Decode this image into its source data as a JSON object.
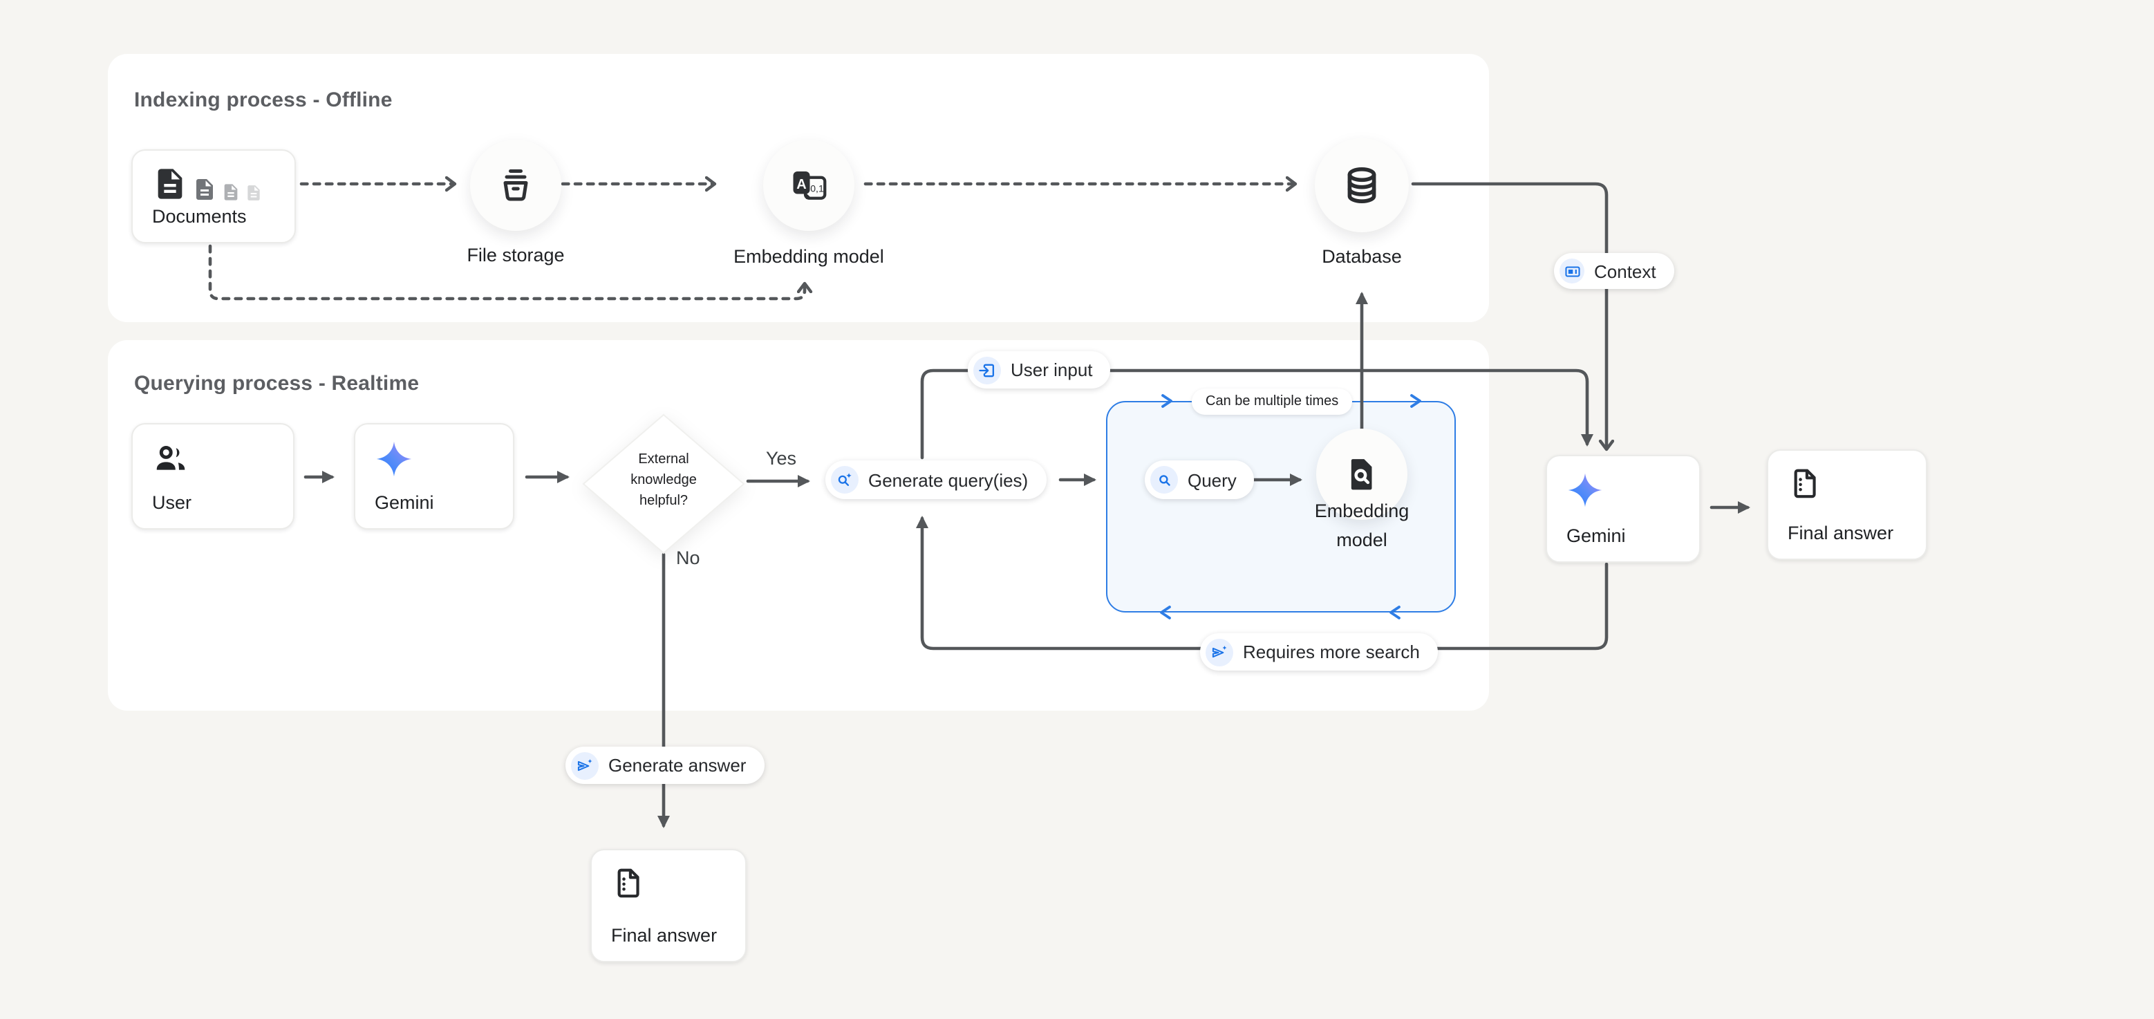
{
  "diagram": {
    "indexing": {
      "title": "Indexing process - Offline",
      "documents": "Documents",
      "file_storage": "File storage",
      "embedding_model": "Embedding model",
      "database": "Database"
    },
    "querying": {
      "title": "Querying process - Realtime",
      "user": "User",
      "gemini": "Gemini",
      "decision": "External knowledge helpful?",
      "yes": "Yes",
      "no": "No",
      "generate_queries": "Generate query(ies)",
      "loop_note": "Can be multiple times",
      "query": "Query",
      "embedding_model": "Embedding model",
      "generate_answer": "Generate answer",
      "final_answer": "Final answer"
    },
    "answering": {
      "user_input": "User input",
      "context": "Context",
      "requires_more_search": "Requires more search",
      "gemini": "Gemini",
      "final_answer": "Final answer"
    },
    "icon_glyphs": {
      "embedding_letter": "A",
      "embedding_digits": "0,1"
    },
    "colors": {
      "accent_blue": "#1a73e8",
      "loop_border_blue": "#2e7de5",
      "line_gray": "#54575a",
      "gemini_gradient_start": "#217bfe",
      "gemini_gradient_end": "#ac87fb",
      "page_bg": "#f6f5f2"
    }
  }
}
